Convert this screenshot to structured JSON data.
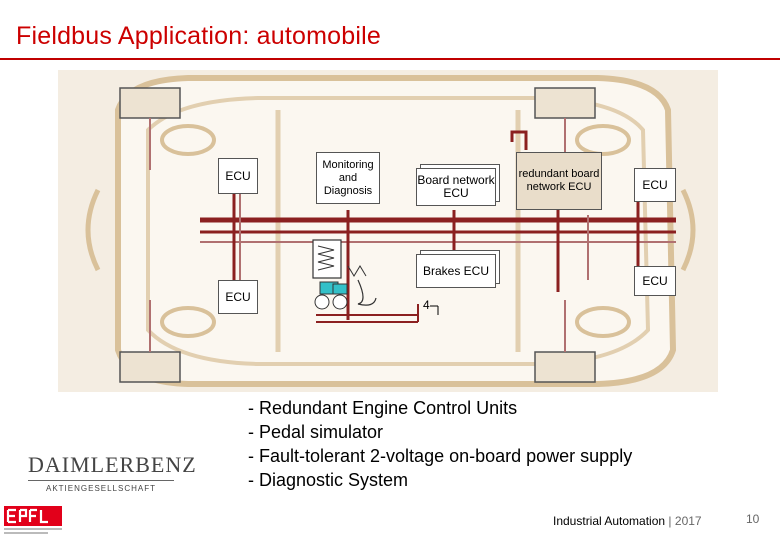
{
  "title": "Fieldbus Application: automobile",
  "figure": {
    "ecu_left_top": "ECU",
    "ecu_left_bottom": "ECU",
    "monitoring": "Monitoring and Diagnosis",
    "board_network": "Board network ECU",
    "redundant": "redundant board network ECU",
    "ecu_right_top": "ECU",
    "ecu_right_bottom": "ECU",
    "brakes": "Brakes ECU",
    "wire_label": "4"
  },
  "bullets": [
    "- Redundant Engine Control Units",
    "- Pedal simulator",
    "- Fault-tolerant 2-voltage on-board power supply",
    "- Diagnostic System"
  ],
  "logo": {
    "main": "DAIMLERBENZ",
    "sub": "AKTIENGESELLSCHAFT"
  },
  "footer": {
    "course": "Industrial Automation",
    "separator": "|",
    "year": "2017"
  },
  "page_number": "10",
  "colors": {
    "title": "#cc0000",
    "bus": "#8b2020",
    "car": "#e2cfb0"
  }
}
